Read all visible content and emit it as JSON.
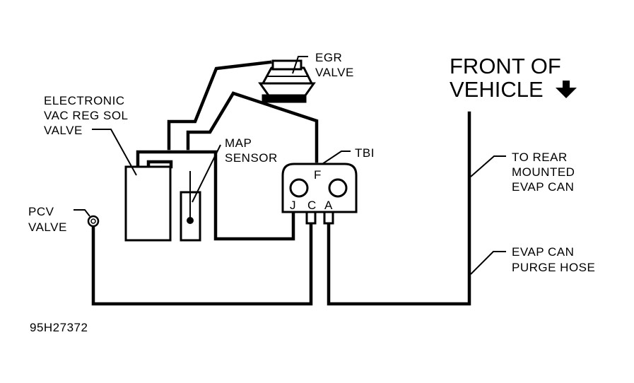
{
  "labels": {
    "egr_line1": "EGR",
    "egr_line2": "VALVE",
    "evrv_line1": "ELECTRONIC",
    "evrv_line2": "VAC REG SOL",
    "evrv_line3": "VALVE",
    "map_line1": "MAP",
    "map_line2": "SENSOR",
    "tbi": "TBI",
    "pcv_line1": "PCV",
    "pcv_line2": "VALVE",
    "front_line1": "FRONT OF",
    "front_line2": "VEHICLE",
    "rear_line1": "TO REAR",
    "rear_line2": "MOUNTED",
    "rear_line3": "EVAP CAN",
    "purge_line1": "EVAP CAN",
    "purge_line2": "PURGE HOSE",
    "figure_id": "95H27372"
  },
  "tbi_ports": {
    "f": "F",
    "j": "J",
    "c": "C",
    "a": "A"
  },
  "icons": {
    "direction": "arrow-down-icon"
  }
}
